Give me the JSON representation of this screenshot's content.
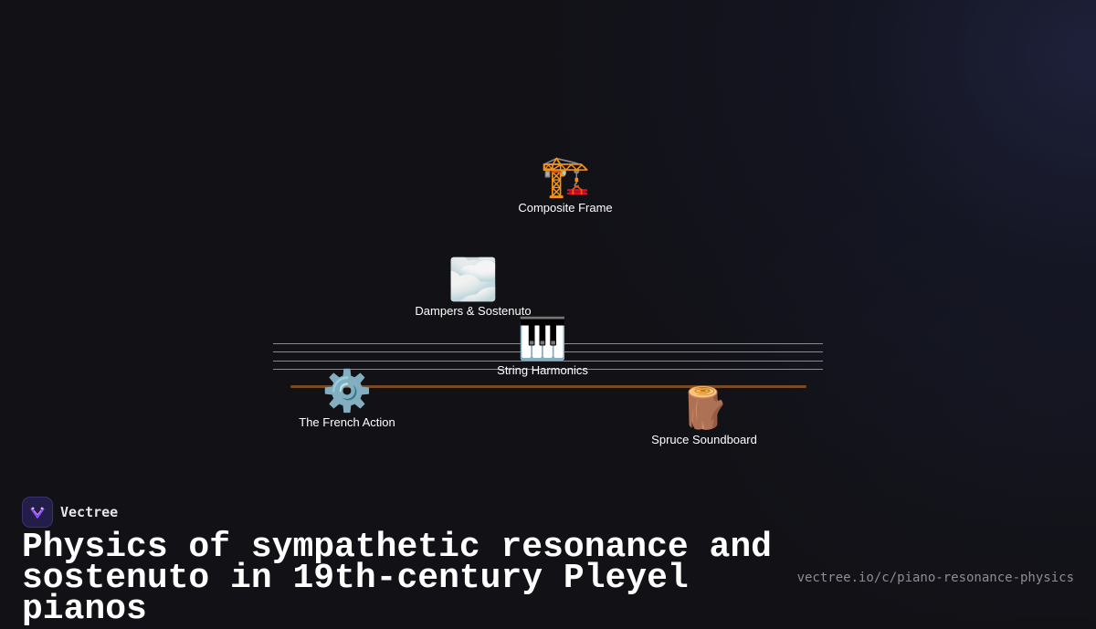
{
  "brand": {
    "name": "Vectree",
    "logo_icon": "vectree-logo-icon"
  },
  "title": "Physics of sympathetic resonance and sostenuto in 19th-century Pleyel pianos",
  "url": "vectree.io/c/piano-resonance-physics",
  "colors": {
    "background": "#111116",
    "accent_purple": "#9b4dff",
    "soundboard_bar": "#7a4a22",
    "string_lines": "#8a8a90"
  },
  "nodes": [
    {
      "id": "composite-frame",
      "label": "Composite Frame",
      "icon": "🏗️",
      "icon_name": "construction-crane-icon"
    },
    {
      "id": "dampers-sostenuto",
      "label": "Dampers & Sostenuto",
      "icon": "🌫️",
      "icon_name": "fog-icon"
    },
    {
      "id": "string-harmonics",
      "label": "String Harmonics",
      "icon": "🎹",
      "icon_name": "piano-keys-icon"
    },
    {
      "id": "french-action",
      "label": "The French Action",
      "icon": "⚙️",
      "icon_name": "gear-icon"
    },
    {
      "id": "spruce-soundboard",
      "label": "Spruce Soundboard",
      "icon": "🪵",
      "icon_name": "wood-log-icon"
    }
  ]
}
